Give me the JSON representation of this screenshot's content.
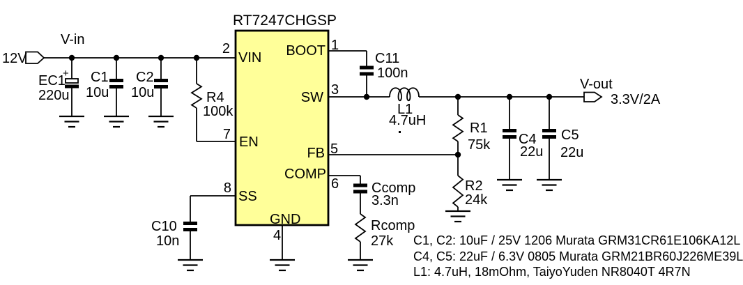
{
  "ic": {
    "part": "RT7247CHGSP",
    "pins": {
      "vin": {
        "num": "2",
        "name": "VIN"
      },
      "boot": {
        "num": "1",
        "name": "BOOT"
      },
      "sw": {
        "num": "3",
        "name": "SW"
      },
      "en": {
        "num": "7",
        "name": "EN"
      },
      "fb": {
        "num": "5",
        "name": "FB"
      },
      "comp": {
        "num": "6",
        "name": "COMP"
      },
      "ss": {
        "num": "8",
        "name": "SS"
      },
      "gnd": {
        "num": "4",
        "name": "GND"
      }
    }
  },
  "input": {
    "source": "12V",
    "net": "V-in"
  },
  "output": {
    "net": "V-out",
    "rating": "3.3V/2A"
  },
  "comp": {
    "ec1": {
      "ref": "EC1",
      "value": "220u",
      "polarity": "+"
    },
    "c1": {
      "ref": "C1",
      "value": "10u"
    },
    "c2": {
      "ref": "C2",
      "value": "10u"
    },
    "r4": {
      "ref": "R4",
      "value": "100k"
    },
    "c11": {
      "ref": "C11",
      "value": "100n"
    },
    "l1": {
      "ref": "L1",
      "value": "4.7uH"
    },
    "r1": {
      "ref": "R1",
      "value": "75k"
    },
    "r2": {
      "ref": "R2",
      "value": "24k"
    },
    "c4": {
      "ref": "C4",
      "value": "22u"
    },
    "c5": {
      "ref": "C5",
      "value": "22u"
    },
    "c10": {
      "ref": "C10",
      "value": "10n"
    },
    "ccomp": {
      "ref": "Ccomp",
      "value": "3.3n"
    },
    "rcomp": {
      "ref": "Rcomp",
      "value": "27k"
    }
  },
  "notes": [
    "C1, C2: 10uF / 25V 1206 Murata GRM31CR61E106KA12L",
    "C4, C5: 22uF / 6.3V 0805 Murata GRM21BR60J226ME39L",
    "L1: 4.7uH, 18mOhm, TaiyoYuden NR8040T 4R7N"
  ],
  "colors": {
    "ic_fill": "#FFFF99",
    "wire": "#000000"
  }
}
